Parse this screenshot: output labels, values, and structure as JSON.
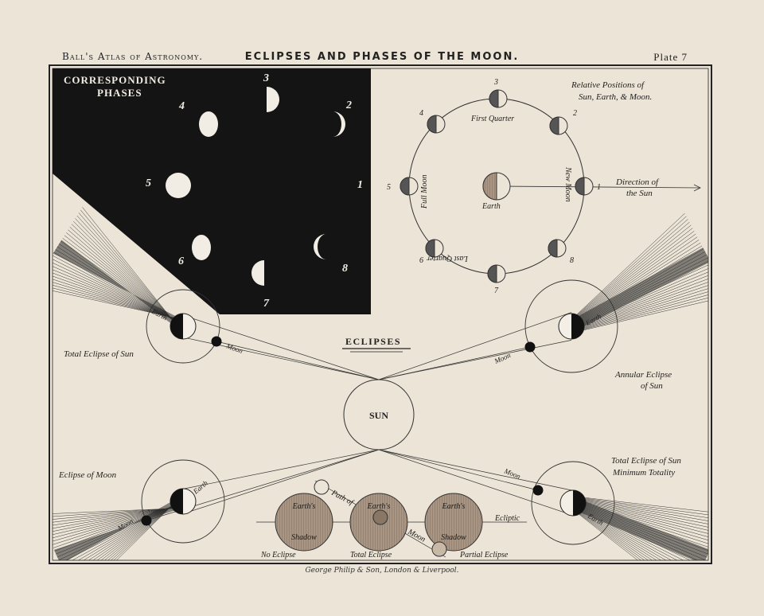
{
  "header": {
    "atlas": "Ball's Atlas of Astronomy.",
    "title": "ECLIPSES AND PHASES OF THE MOON.",
    "plate": "Plate 7"
  },
  "phases_panel": {
    "title_line1": "CORRESPONDING",
    "title_line2": "PHASES",
    "numbers": [
      "1",
      "2",
      "3",
      "4",
      "5",
      "6",
      "7",
      "8"
    ]
  },
  "positions_diagram": {
    "title_line1": "Relative Positions of",
    "title_line2": "Sun, Earth, & Moon.",
    "first_quarter": "First Quarter",
    "last_quarter": "Last Quarter",
    "full_moon": "Full Moon",
    "new_moon": "New Moon",
    "earth": "Earth",
    "direction_line1": "Direction of",
    "direction_line2": "the Sun",
    "numbers": [
      "1",
      "2",
      "3",
      "4",
      "5",
      "6",
      "7",
      "8"
    ]
  },
  "eclipses": {
    "heading": "ECLIPSES",
    "sun": "SUN",
    "total_sun": "Total Eclipse of Sun",
    "annular_line1": "Annular Eclipse",
    "annular_line2": "of Sun",
    "eclipse_moon": "Eclipse of Moon",
    "total_min_line1": "Total Eclipse of Sun",
    "total_min_line2": "Minimum Totality",
    "earth": "Earth",
    "moon": "Moon"
  },
  "shadow_diagram": {
    "earths_label": "Earth's",
    "shadow_label": "Shadow",
    "path_of": "Path of",
    "moon": "Moon",
    "ecliptic": "Ecliptic",
    "no_eclipse": "No Eclipse",
    "total_eclipse": "Total Eclipse",
    "partial_eclipse": "Partial Eclipse"
  },
  "footer": "George Philip & Son, London & Liverpool."
}
